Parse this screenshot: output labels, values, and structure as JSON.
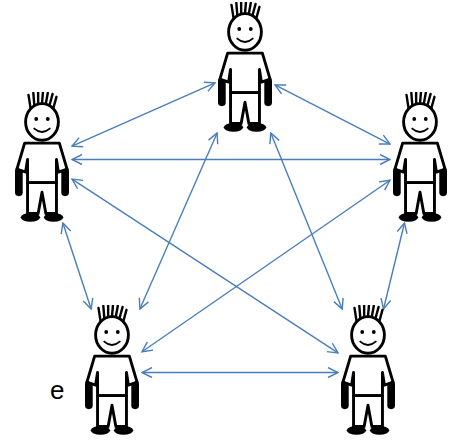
{
  "diagram": {
    "nodes": [
      {
        "text": []
      },
      {
        "text": []
      },
      {
        "text": []
      },
      {
        "text": []
      },
      {
        "text": []
      }
    ],
    "edges": [
      {
        "from": 0,
        "to": 1,
        "arrow": "both"
      },
      {
        "from": 0,
        "to": 2,
        "arrow": "both"
      },
      {
        "from": 0,
        "to": 3,
        "arrow": "both"
      },
      {
        "from": 0,
        "to": 4,
        "arrow": "both"
      },
      {
        "from": 1,
        "to": 2,
        "arrow": "both"
      },
      {
        "from": 1,
        "to": 3,
        "arrow": "both"
      },
      {
        "from": 1,
        "to": 4,
        "arrow": "both"
      },
      {
        "from": 2,
        "to": 3,
        "arrow": "both"
      },
      {
        "from": 2,
        "to": 4,
        "arrow": "both"
      },
      {
        "from": 3,
        "to": 4,
        "arrow": "both"
      }
    ],
    "labels": [
      "e"
    ]
  }
}
